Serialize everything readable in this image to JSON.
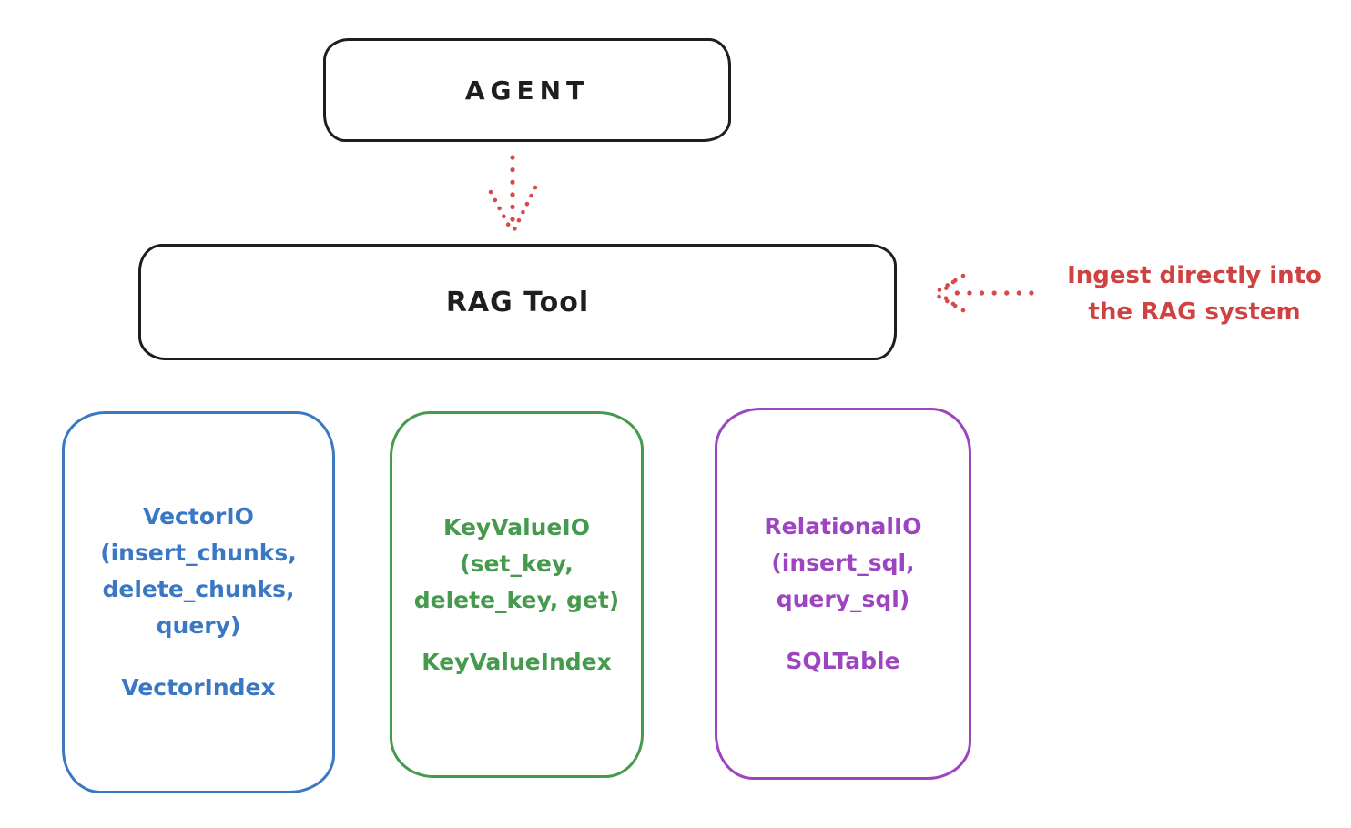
{
  "agent_box": {
    "label": "AGENT"
  },
  "rag_tool_box": {
    "label": "RAG Tool"
  },
  "annotation": {
    "line1": "Ingest directly into",
    "line2": "the RAG system",
    "color": "#cf4242"
  },
  "arrows": {
    "agent_to_rag": {
      "style": "dotted",
      "direction": "down",
      "color": "#d84a4a"
    },
    "annotation_to_rag": {
      "style": "dotted",
      "direction": "left",
      "color": "#d84a4a"
    }
  },
  "io_boxes": [
    {
      "lines": [
        "VectorIO",
        "(insert_chunks,",
        "delete_chunks,",
        "query)"
      ],
      "index_label": "VectorIndex",
      "color": "#3b78c4"
    },
    {
      "lines": [
        "KeyValueIO",
        "(set_key,",
        "delete_key, get)"
      ],
      "index_label": "KeyValueIndex",
      "color": "#459a4e"
    },
    {
      "lines": [
        "RelationalIO",
        "(insert_sql,",
        "query_sql)"
      ],
      "index_label": "SQLTable",
      "color": "#9d44c0"
    }
  ],
  "colors": {
    "stroke": "#1e1e1e",
    "background": "#ffffff",
    "red": "#cf4242",
    "blue": "#3b78c4",
    "green": "#459a4e",
    "purple": "#9d44c0"
  }
}
